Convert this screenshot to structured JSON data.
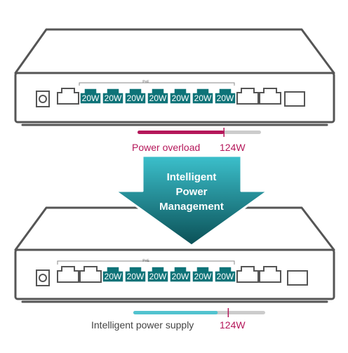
{
  "colors": {
    "overload": "#b5175a",
    "supply": "#52c3cf",
    "port_active": "#0e7378",
    "track": "#cccccc",
    "outline": "#555555",
    "text": "#444444"
  },
  "top_switch": {
    "poe_label": "PoE",
    "port_labels": [
      "20W",
      "20W",
      "20W",
      "20W",
      "20W",
      "20W",
      "20W"
    ],
    "bar_label": "Power overload",
    "bar_value": "124W",
    "bar_fill_fraction": 0.7,
    "marker_fraction": 0.7
  },
  "arrow": {
    "line1": "Intelligent",
    "line2": "Power",
    "line3": "Management"
  },
  "bottom_switch": {
    "poe_label": "PoE",
    "port_labels": [
      "20W",
      "20W",
      "20W",
      "20W",
      "20W",
      "20W"
    ],
    "active_port_count": 6,
    "bar_label": "Intelligent power supply",
    "bar_value": "124W",
    "bar_fill_fraction": 0.64,
    "marker_fraction": 0.72
  }
}
